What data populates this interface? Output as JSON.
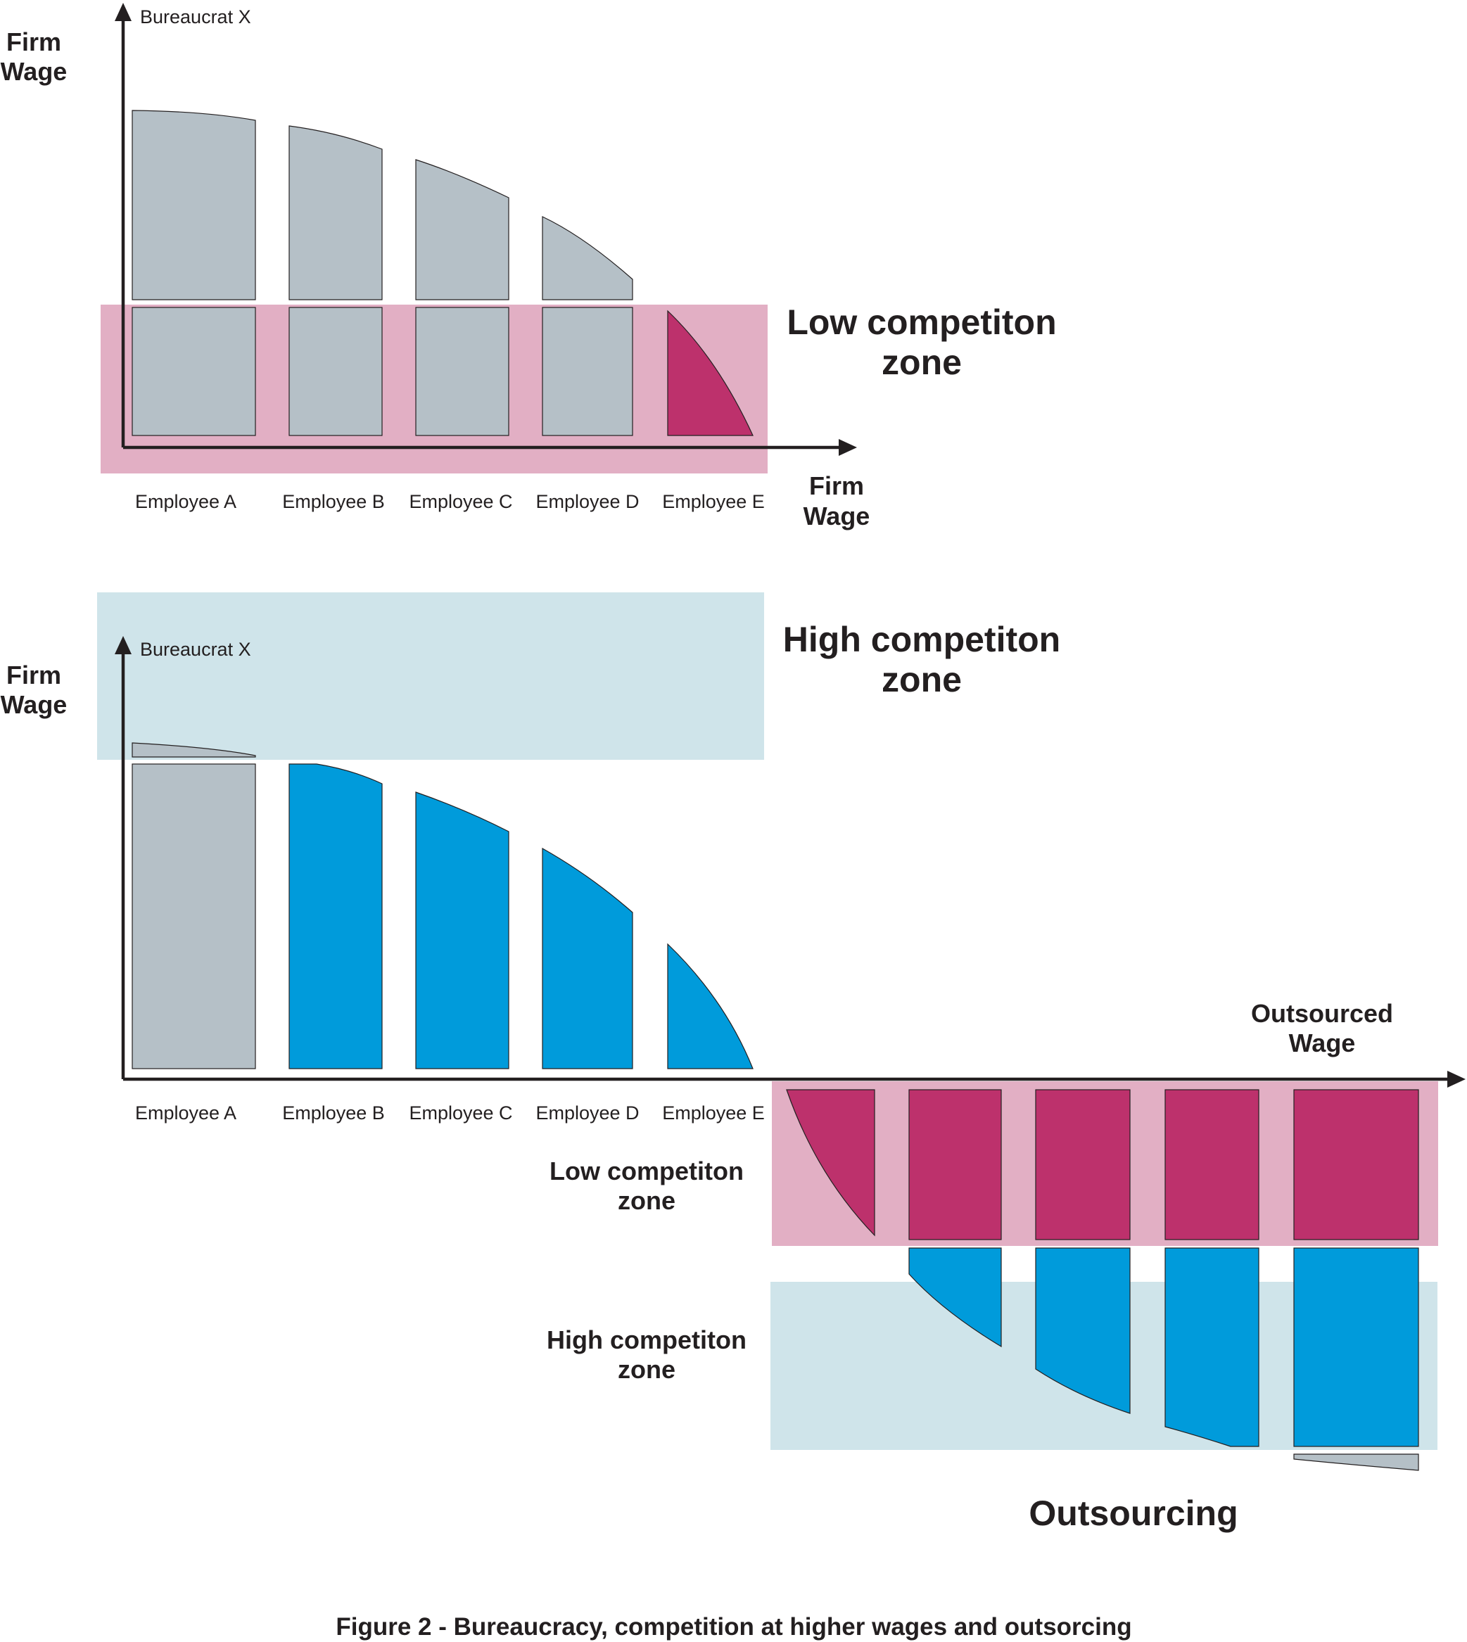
{
  "top_diagram": {
    "y_axis_label_line1": "Firm",
    "y_axis_label_line2": "Wage",
    "x_axis_label_line1": "Firm",
    "x_axis_label_line2": "Wage",
    "bureaucrat": "Bureaucrat X",
    "zone_line1": "Low competiton",
    "zone_line2": "zone",
    "employees": [
      "Employee A",
      "Employee B",
      "Employee C",
      "Employee D",
      "Employee E"
    ]
  },
  "bottom_diagram": {
    "y_axis_label_line1": "Firm",
    "y_axis_label_line2": "Wage",
    "bureaucrat": "Bureaucrat X",
    "high_zone_line1": "High competiton",
    "high_zone_line2": "zone",
    "outsourced_line1": "Outsourced",
    "outsourced_line2": "Wage",
    "employees": [
      "Employee A",
      "Employee B",
      "Employee C",
      "Employee D",
      "Employee E"
    ],
    "low_zone_line1": "Low competiton",
    "low_zone_line2": "zone",
    "high_zone2_line1": "High competiton",
    "high_zone2_line2": "zone",
    "outsourcing": "Outsourcing"
  },
  "caption": "Figure 2 - Bureaucracy, competition at higher wages and outsorcing",
  "colors": {
    "gray_bar": "#b5c0c7",
    "blue_bar": "#009bdb",
    "magenta_bar": "#bd316c",
    "low_zone": "#e2afc4",
    "high_zone": "#cfe4ea"
  }
}
